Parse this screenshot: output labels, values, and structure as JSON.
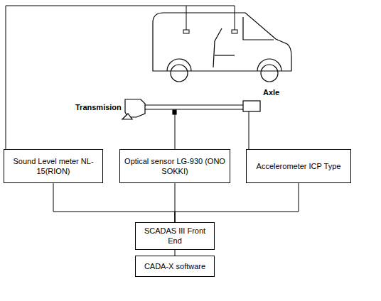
{
  "diagram": {
    "nodes": [
      {
        "text": [
          "Sound Level meter NL-15(RION)"
        ]
      },
      {
        "text": [
          "Optical sensor LG-930 (ONO SOKKI)"
        ]
      },
      {
        "text": [
          "Accelerometer ICP Type"
        ]
      },
      {
        "text": [
          "SCADAS III Front End"
        ]
      },
      {
        "text": [
          "CADA-X software"
        ]
      }
    ],
    "edges": [
      {
        "from": 0,
        "to": 3,
        "arrow": "none"
      },
      {
        "from": 1,
        "to": 3,
        "arrow": "none"
      },
      {
        "from": 2,
        "to": 3,
        "arrow": "none"
      },
      {
        "from": 3,
        "to": 4,
        "arrow": "none"
      }
    ],
    "labels": [
      "Transmision",
      "Axle"
    ]
  }
}
